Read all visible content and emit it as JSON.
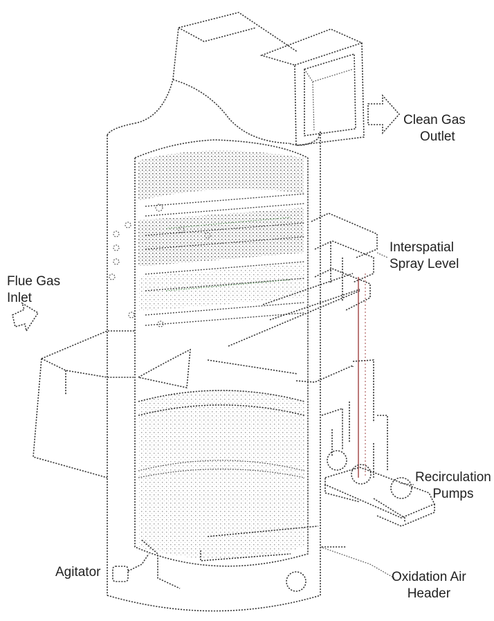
{
  "labels": {
    "clean_gas_outlet": [
      "Clean Gas",
      "Outlet"
    ],
    "interspatial_spray_level": [
      "Interspatial",
      "Spray Level"
    ],
    "flue_gas_inlet": [
      "Flue Gas",
      "Inlet"
    ],
    "recirculation_pumps": [
      "Recirculation",
      "Pumps"
    ],
    "agitator": "Agitator",
    "oxidation_air_header": [
      "Oxidation Air",
      "Header"
    ]
  },
  "colors": {
    "line": "#3a3a3a",
    "text": "#222222",
    "accent_pipe": "#a04040",
    "accent_green": "#4a8a4a"
  }
}
